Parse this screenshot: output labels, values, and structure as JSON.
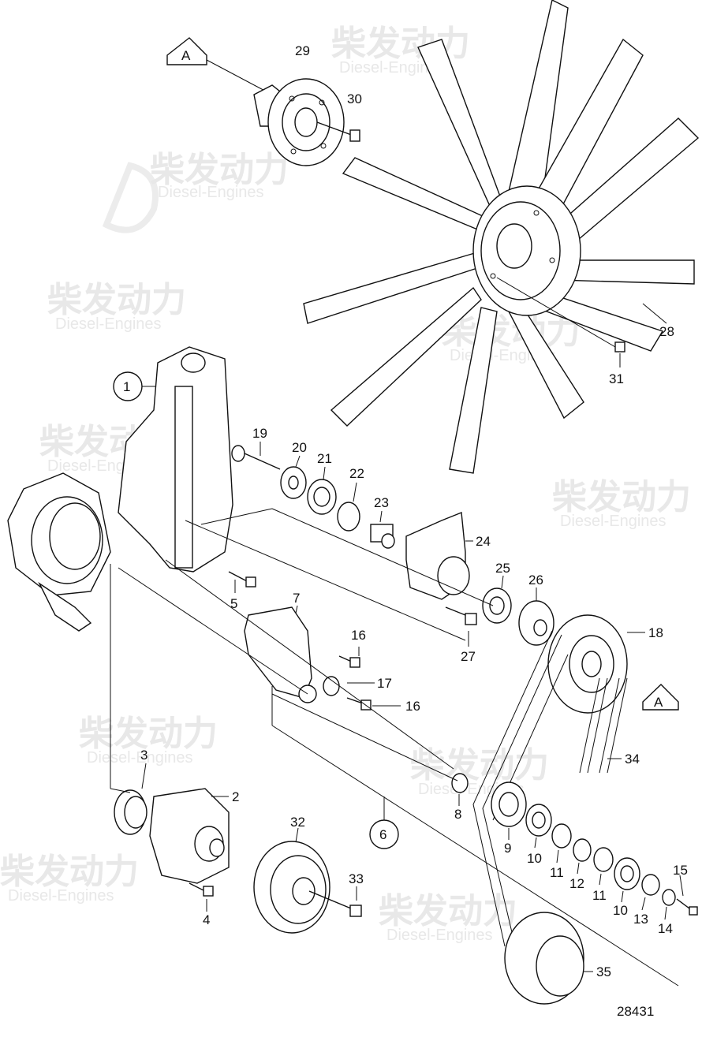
{
  "watermark": {
    "cn": "柴发动力",
    "en": "Diesel-Engines"
  },
  "drawing_number": "28431",
  "view_markers": {
    "a_top": "A",
    "a_right": "A"
  },
  "callouts": {
    "p1": "1",
    "p2": "2",
    "p3": "3",
    "p4": "4",
    "p5": "5",
    "p6": "6",
    "p7": "7",
    "p8": "8",
    "p9": "9",
    "p10a": "10",
    "p10b": "10",
    "p11a": "11",
    "p11b": "11",
    "p12": "12",
    "p13": "13",
    "p14": "14",
    "p15": "15",
    "p16a": "16",
    "p16b": "16",
    "p17": "17",
    "p18": "18",
    "p19": "19",
    "p20": "20",
    "p21": "21",
    "p22": "22",
    "p23": "23",
    "p24": "24",
    "p25": "25",
    "p26": "26",
    "p27": "27",
    "p28": "28",
    "p29": "29",
    "p30": "30",
    "p31": "31",
    "p32": "32",
    "p33": "33",
    "p34": "34",
    "p35": "35"
  }
}
